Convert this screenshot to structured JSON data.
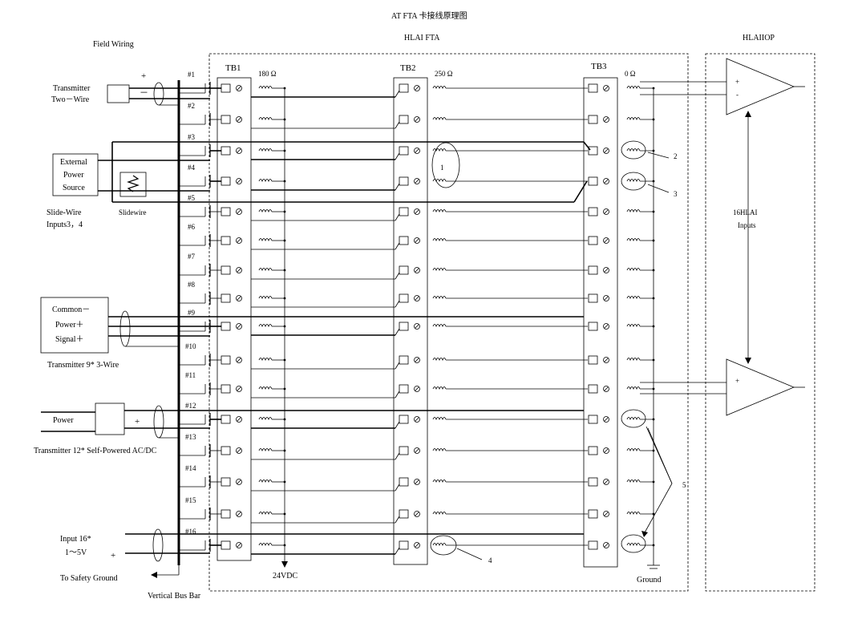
{
  "title": "AT    FTA 卡接线原理图",
  "sections": {
    "field_wiring": "Field Wiring",
    "fta": "HLAI FTA",
    "iop": "HLAIIOP"
  },
  "terminal_blocks": {
    "tb1": "TB1",
    "tb2": "TB2",
    "tb3": "TB3"
  },
  "resistors": {
    "r180": "180 Ω",
    "r250": "250 Ω",
    "r0": "0 Ω"
  },
  "channels": [
    "#1",
    "#2",
    "#3",
    "#4",
    "#5",
    "#6",
    "#7",
    "#8",
    "#9",
    "#10",
    "#11",
    "#12",
    "#13",
    "#14",
    "#15",
    "#16"
  ],
  "devices": {
    "tx2_line1": "Transmitter",
    "tx2_line2": "Two－Wire",
    "plus": "+",
    "minus": "－",
    "ext_line1": "External",
    "ext_line2": "Power",
    "ext_line3": "Source",
    "slidewire": "Slidewire",
    "slide_line1": "Slide-Wire",
    "slide_line2": "Inputs3，4",
    "common": "Common－",
    "power_plus": "Power＋",
    "signal_plus": "Signal＋",
    "tx9": "Transmitter 9*    3-Wire",
    "power": "Power",
    "tx12": "Transmitter 12* Self-Powered AC/DC",
    "in16_line1": "Input 16*",
    "in16_line2": "1～5V",
    "safety_ground": "To Safety Ground",
    "bus_bar": "Vertical Bus Bar",
    "vdc": "24VDC",
    "ground": "Ground",
    "hlai_inputs_line1": "16HLAI",
    "hlai_inputs_line2": "Inputs",
    "amp_plus": "+",
    "amp_minus": "-"
  },
  "callouts": [
    "1",
    "2",
    "3",
    "4",
    "5"
  ]
}
